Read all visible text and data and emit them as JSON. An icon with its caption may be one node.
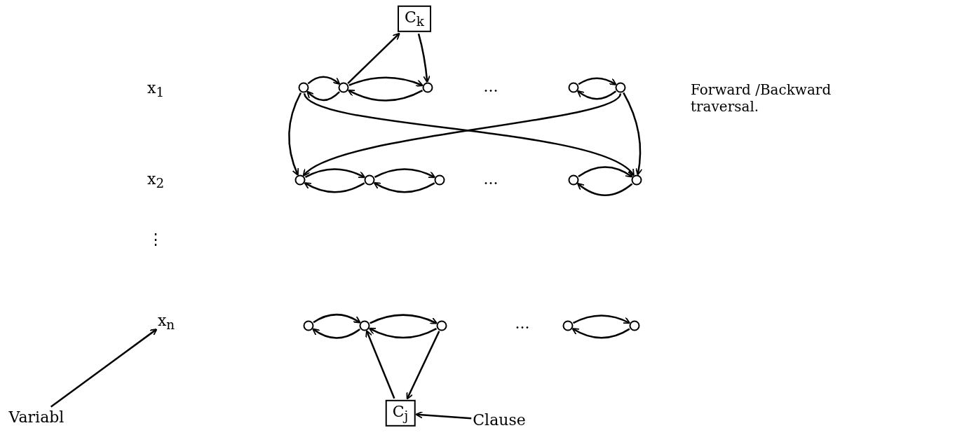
{
  "diagram": {
    "nodes": [
      {
        "text": [
          "C$_{k}$"
        ]
      },
      {
        "text": [],
        "shape": "circle"
      },
      {
        "text": [],
        "shape": "circle"
      },
      {
        "text": [],
        "shape": "circle"
      },
      {
        "text": [],
        "shape": "circle"
      },
      {
        "text": [],
        "shape": "circle"
      },
      {
        "text": [],
        "shape": "circle"
      },
      {
        "text": [],
        "shape": "circle"
      },
      {
        "text": [],
        "shape": "circle"
      },
      {
        "text": [],
        "shape": "circle"
      },
      {
        "text": [],
        "shape": "circle"
      },
      {
        "text": [],
        "shape": "circle"
      },
      {
        "text": [],
        "shape": "circle"
      },
      {
        "text": [],
        "shape": "circle"
      },
      {
        "text": [],
        "shape": "circle"
      },
      {
        "text": [],
        "shape": "circle"
      },
      {
        "text": [
          "C$_{j}$"
        ]
      },
      {
        "text": [
          "x$_{n}$"
        ]
      },
      {
        "text": [
          "Variabl"
        ]
      },
      {
        "text": [
          "Clause"
        ]
      }
    ],
    "edges": [
      {
        "from": 1,
        "to": 2,
        "arrow": "to"
      },
      {
        "from": 2,
        "to": 1,
        "arrow": "to"
      },
      {
        "from": 2,
        "to": 3,
        "arrow": "to"
      },
      {
        "from": 3,
        "to": 2,
        "arrow": "to"
      },
      {
        "from": 4,
        "to": 5,
        "arrow": "to"
      },
      {
        "from": 5,
        "to": 4,
        "arrow": "to"
      },
      {
        "from": 2,
        "to": 0,
        "arrow": "to"
      },
      {
        "from": 0,
        "to": 3,
        "arrow": "to"
      },
      {
        "from": 1,
        "to": 6,
        "arrow": "to"
      },
      {
        "from": 1,
        "to": 10,
        "arrow": "to"
      },
      {
        "from": 5,
        "to": 6,
        "arrow": "to"
      },
      {
        "from": 5,
        "to": 10,
        "arrow": "to"
      },
      {
        "from": 6,
        "to": 7,
        "arrow": "to"
      },
      {
        "from": 7,
        "to": 6,
        "arrow": "to"
      },
      {
        "from": 7,
        "to": 8,
        "arrow": "to"
      },
      {
        "from": 8,
        "to": 7,
        "arrow": "to"
      },
      {
        "from": 9,
        "to": 10,
        "arrow": "to"
      },
      {
        "from": 10,
        "to": 9,
        "arrow": "to"
      },
      {
        "from": 11,
        "to": 12,
        "arrow": "to"
      },
      {
        "from": 12,
        "to": 11,
        "arrow": "to"
      },
      {
        "from": 12,
        "to": 13,
        "arrow": "to"
      },
      {
        "from": 13,
        "to": 12,
        "arrow": "to"
      },
      {
        "from": 14,
        "to": 15,
        "arrow": "to"
      },
      {
        "from": 15,
        "to": 14,
        "arrow": "to"
      },
      {
        "from": 16,
        "to": 12,
        "arrow": "to"
      },
      {
        "from": 13,
        "to": 16,
        "arrow": "to"
      },
      {
        "from": 18,
        "to": 17,
        "arrow": "to"
      },
      {
        "from": 19,
        "to": 16,
        "arrow": "to"
      }
    ],
    "labels": [
      "x$_{1}$",
      "x$_{2}$",
      "⋮",
      "...",
      "...",
      "...",
      "Forward /Backward traversal."
    ]
  }
}
